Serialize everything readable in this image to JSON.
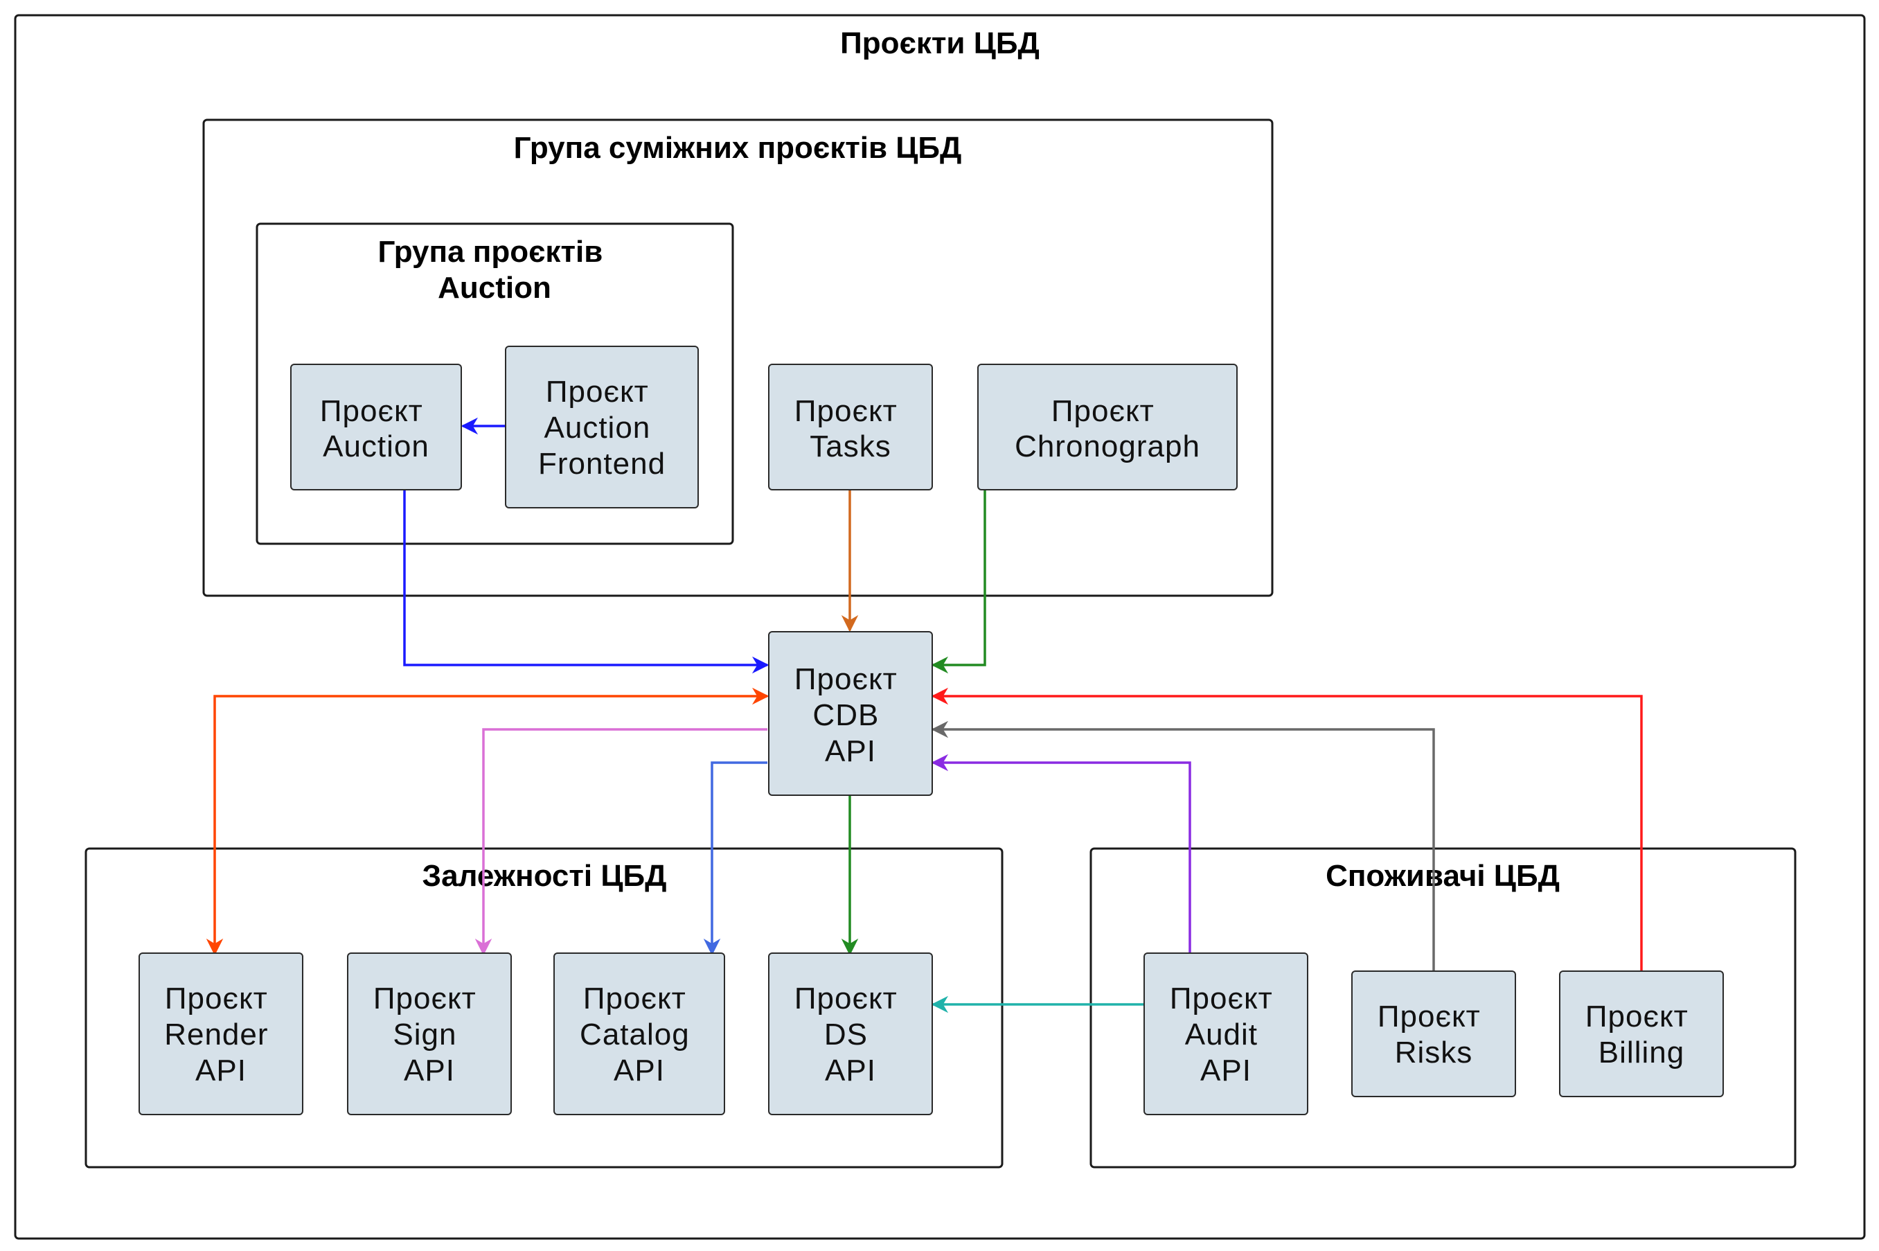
{
  "groups": {
    "root": "Проєкти ЦБД",
    "adjacent": "Група суміжних проєктів ЦБД",
    "auction_group": [
      "Група проєктів",
      "Auction"
    ],
    "dependencies": "Залежності ЦБД",
    "consumers": "Споживачі ЦБД"
  },
  "nodes": {
    "auction": [
      "Проєкт",
      "Auction"
    ],
    "auction_frontend": [
      "Проєкт",
      "Auction",
      "Frontend"
    ],
    "tasks": [
      "Проєкт",
      "Tasks"
    ],
    "chronograph": [
      "Проєкт",
      "Chronograph"
    ],
    "cdb_api": [
      "Проєкт",
      "CDB",
      "API"
    ],
    "render_api": [
      "Проєкт",
      "Render",
      "API"
    ],
    "sign_api": [
      "Проєкт",
      "Sign",
      "API"
    ],
    "catalog_api": [
      "Проєкт",
      "Catalog",
      "API"
    ],
    "ds_api": [
      "Проєкт",
      "DS",
      "API"
    ],
    "audit_api": [
      "Проєкт",
      "Audit",
      "API"
    ],
    "risks": [
      "Проєкт",
      "Risks"
    ],
    "billing": [
      "Проєкт",
      "Billing"
    ]
  },
  "edges": [
    {
      "from": "auction_frontend",
      "to": "auction",
      "color": "#1a1aff"
    },
    {
      "from": "auction",
      "to": "cdb_api",
      "color": "#1a1aff"
    },
    {
      "from": "tasks",
      "to": "cdb_api",
      "color": "#d2691e"
    },
    {
      "from": "chronograph",
      "to": "cdb_api",
      "color": "#228b22"
    },
    {
      "from": "cdb_api",
      "to": "render_api",
      "color": "#ff4500",
      "bidirectional": true
    },
    {
      "from": "cdb_api",
      "to": "sign_api",
      "color": "#da70d6"
    },
    {
      "from": "cdb_api",
      "to": "catalog_api",
      "color": "#4169e1"
    },
    {
      "from": "cdb_api",
      "to": "ds_api",
      "color": "#228b22"
    },
    {
      "from": "audit_api",
      "to": "cdb_api",
      "color": "#8a2be2"
    },
    {
      "from": "risks",
      "to": "cdb_api",
      "color": "#696969"
    },
    {
      "from": "billing",
      "to": "cdb_api",
      "color": "#ff1a1a"
    },
    {
      "from": "audit_api",
      "to": "ds_api",
      "color": "#20b2aa"
    }
  ]
}
